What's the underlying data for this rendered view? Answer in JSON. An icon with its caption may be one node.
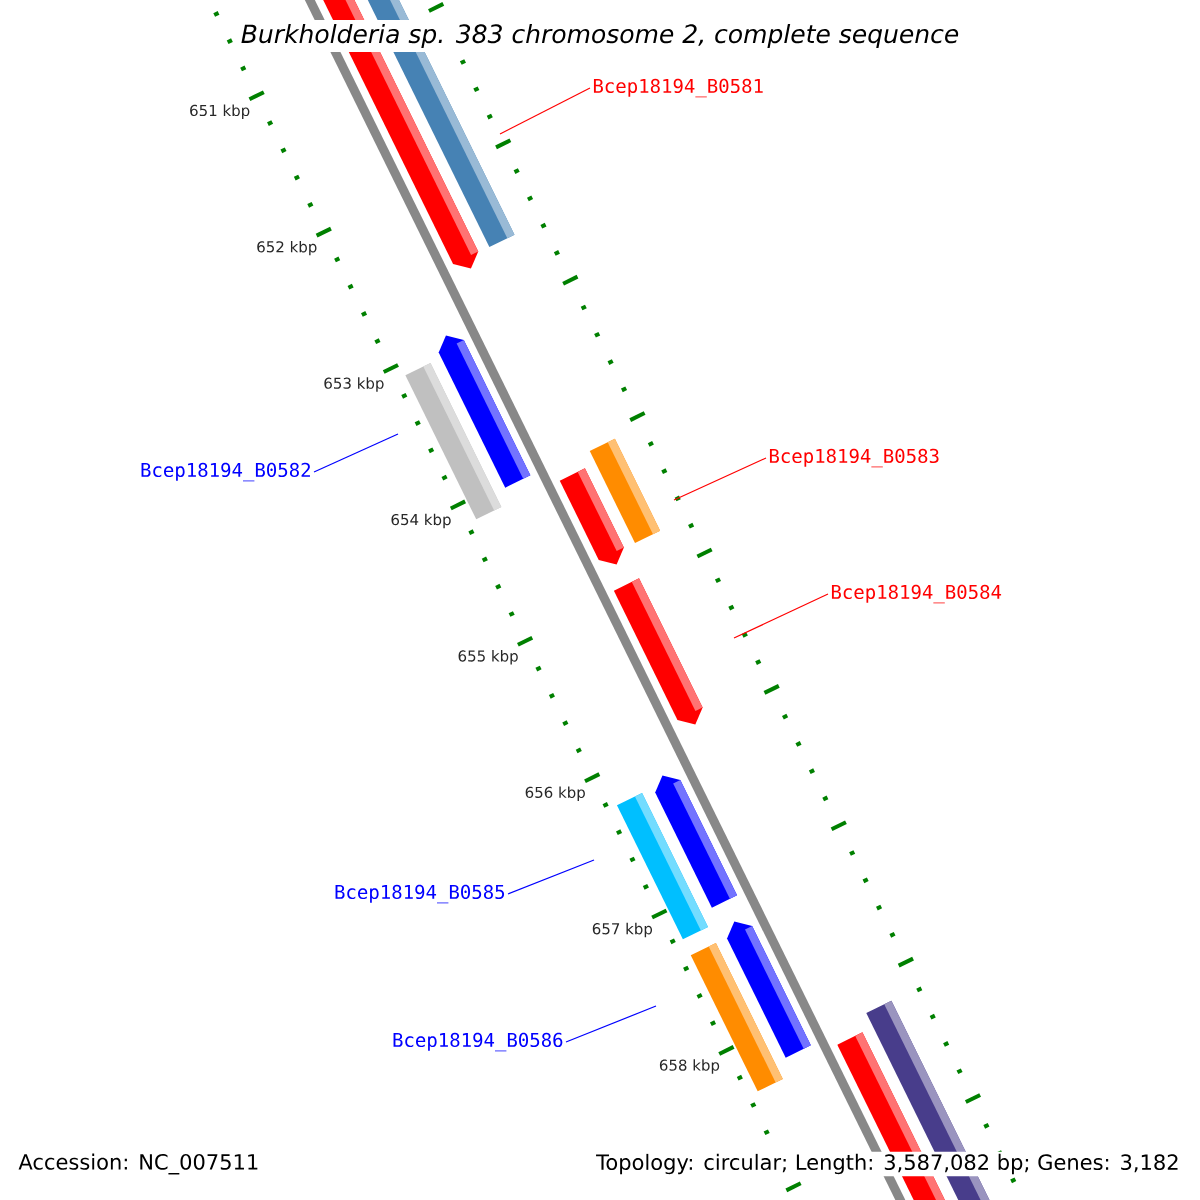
{
  "diagram": {
    "title": "Burkholderia sp. 383 chromosome 2, complete sequence",
    "nodes": [
      {
        "text": [
          "Bcep18194_B0581"
        ]
      },
      {
        "text": [
          "Bcep18194_B0582"
        ]
      },
      {
        "text": [
          "Bcep18194_B0583"
        ]
      },
      {
        "text": [
          "Bcep18194_B0584"
        ]
      },
      {
        "text": [
          "Bcep18194_B0585"
        ]
      },
      {
        "text": [
          "Bcep18194_B0586"
        ]
      }
    ],
    "edges": [
      {
        "from": 0,
        "to": null,
        "arrow": "none",
        "color": "#ff0000"
      },
      {
        "from": 1,
        "to": null,
        "arrow": "none",
        "color": "#0000ff"
      },
      {
        "from": 2,
        "to": null,
        "arrow": "none",
        "color": "#ff0000"
      },
      {
        "from": 3,
        "to": null,
        "arrow": "none",
        "color": "#ff0000"
      },
      {
        "from": 4,
        "to": null,
        "arrow": "none",
        "color": "#0000ff"
      },
      {
        "from": 5,
        "to": null,
        "arrow": "none",
        "color": "#0000ff"
      }
    ],
    "labels": [
      "651 kbp",
      "652 kbp",
      "653 kbp",
      "654 kbp",
      "655 kbp",
      "656 kbp",
      "657 kbp",
      "658 kbp",
      "Accession: NC_007511",
      "Topology: circular; Length: 3,587,082 bp; Genes: 3,182"
    ]
  }
}
